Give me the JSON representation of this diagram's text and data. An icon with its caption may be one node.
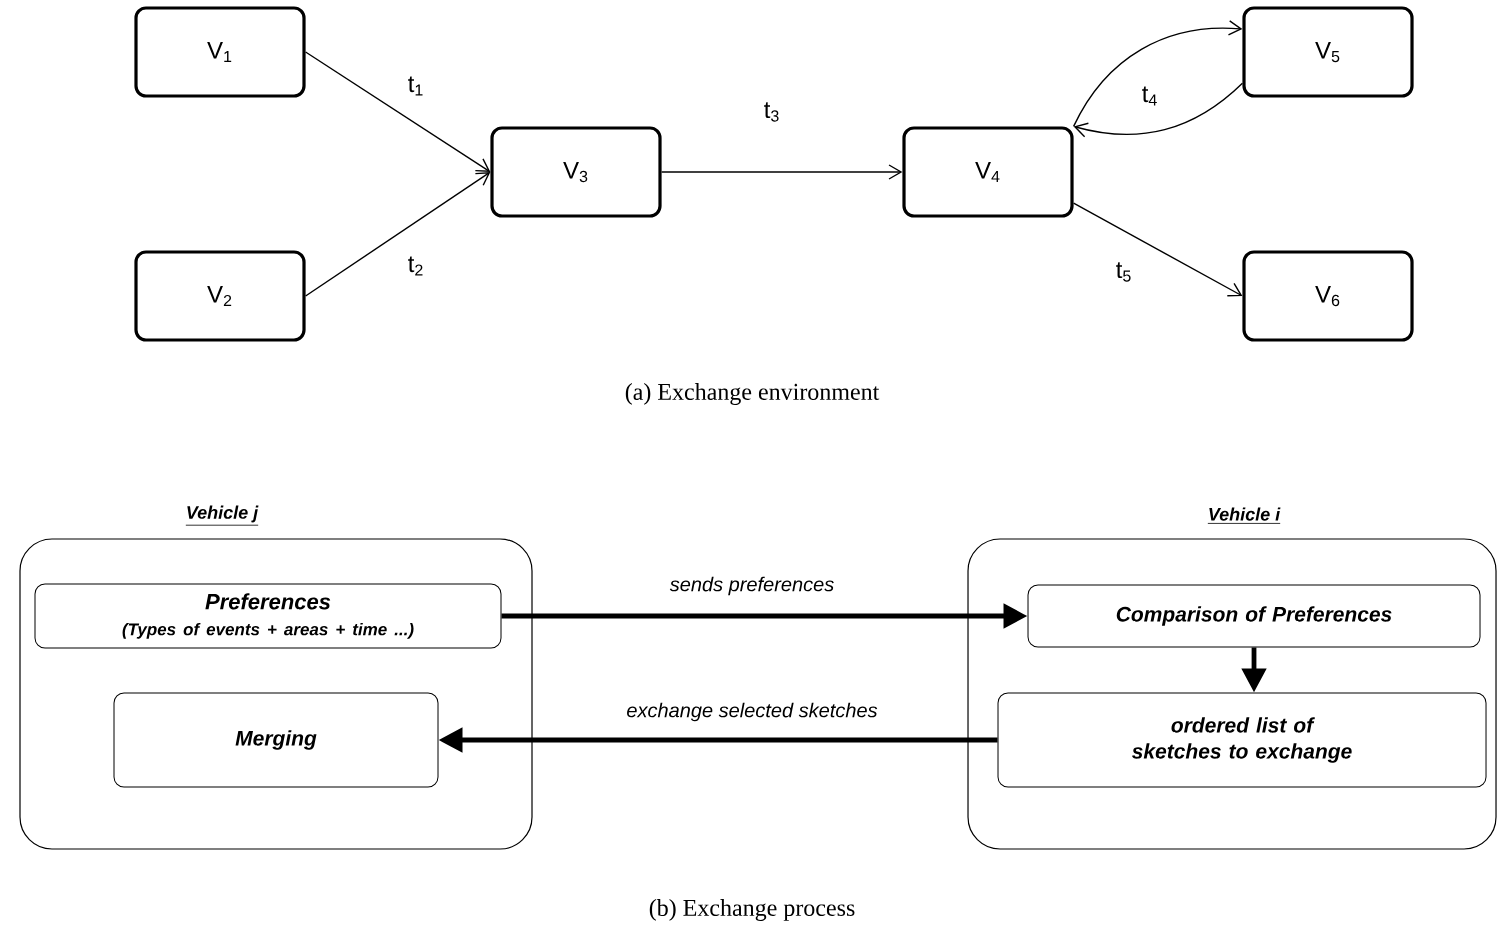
{
  "diagram": {
    "nodes": [
      {
        "text": [
          "V$_{1}$"
        ]
      },
      {
        "text": [
          "V$_{2}$"
        ]
      },
      {
        "text": [
          "V$_{3}$"
        ]
      },
      {
        "text": [
          "V$_{4}$"
        ]
      },
      {
        "text": [
          "V$_{5}$"
        ]
      },
      {
        "text": [
          "V$_{6}$"
        ]
      },
      {
        "text": [
          "Vehicle j"
        ]
      },
      {
        "text": [
          "Preferences",
          "(Types of events + areas + time ...)"
        ],
        "in": 6
      },
      {
        "text": [
          "Merging"
        ],
        "in": 6
      },
      {
        "text": [
          "Vehicle i"
        ]
      },
      {
        "text": [
          "Comparison of Preferences"
        ],
        "in": 9
      },
      {
        "text": [
          "ordered list of sketches to exchange"
        ],
        "in": 9
      }
    ],
    "edges": [
      {
        "from": 0,
        "to": 2,
        "arrow": "to",
        "label": "t$_{1}$"
      },
      {
        "from": 1,
        "to": 2,
        "arrow": "to",
        "label": "t$_{2}$"
      },
      {
        "from": 2,
        "to": 3,
        "arrow": "to",
        "label": "t$_{3}$"
      },
      {
        "from": 3,
        "to": 4,
        "arrow": "to",
        "label": "t$_{4}$"
      },
      {
        "from": 4,
        "to": 3,
        "arrow": "to"
      },
      {
        "from": 3,
        "to": 5,
        "arrow": "to",
        "label": "t$_{5}$"
      },
      {
        "from": 7,
        "to": 10,
        "arrow": "to",
        "label": "sends preferences",
        "style": "thick"
      },
      {
        "from": 10,
        "to": 11,
        "arrow": "to",
        "style": "thick"
      },
      {
        "from": 11,
        "to": 8,
        "arrow": "to",
        "label": "exchange selected sketches",
        "style": "thick"
      }
    ],
    "labels": [
      "(a) Exchange environment",
      "(b) Exchange process"
    ]
  }
}
